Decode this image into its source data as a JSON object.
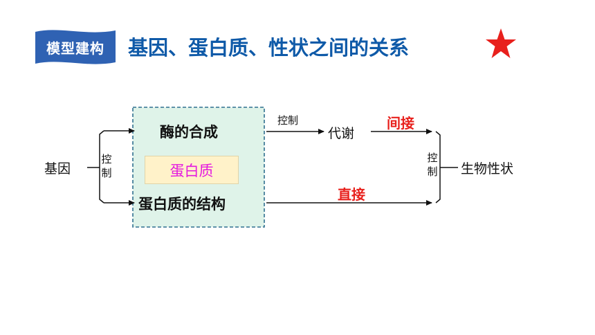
{
  "badge": {
    "label": "模型建构"
  },
  "title": "基因、蛋白质、性状之间的关系",
  "colors": {
    "title": "#0f5aa8",
    "badge": "#2f62b3",
    "star": "#e8201c",
    "box_fill": "#dff3e9",
    "box_border": "#2f6f8f",
    "protein_fill": "#fff2c9",
    "protein_text": "#e418e0",
    "red_text": "#e8201c"
  },
  "icons": {
    "star": "star-icon"
  },
  "diagram": {
    "gene": "基因",
    "control_left": [
      "控",
      "制"
    ],
    "enzyme_synthesis": "酶的合成",
    "protein": "蛋白质",
    "protein_structure": "蛋白质的结构",
    "control_top": "控制",
    "metabolism": "代谢",
    "indirect": "间接",
    "direct": "直接",
    "control_right": [
      "控",
      "制"
    ],
    "trait": "生物性状"
  }
}
